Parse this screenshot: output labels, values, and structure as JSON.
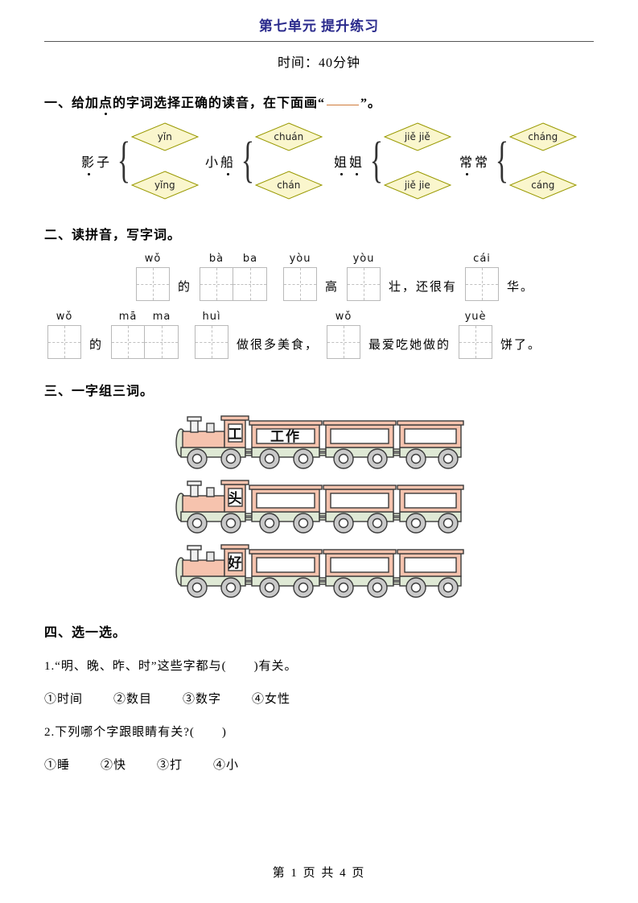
{
  "header": {
    "title": "第七单元 提升练习",
    "time_label": "时间：40分钟"
  },
  "sections": {
    "s1": {
      "heading_pre": "一、给加",
      "heading_dot": "点",
      "heading_mid": "的字词选择正确的读音，在下面画“",
      "heading_end": "”。",
      "items": [
        {
          "word_a": "影",
          "word_b": "子",
          "dots": "first",
          "top": "yǐn",
          "bottom": "yǐng"
        },
        {
          "word_a": "小",
          "word_b": "船",
          "dots": "second",
          "top": "chuán",
          "bottom": "chán"
        },
        {
          "word_a": "姐",
          "word_b": "姐",
          "dots": "both",
          "top": "jiě jiě",
          "bottom": "jiě jie"
        },
        {
          "word_a": "常",
          "word_b": "常",
          "dots": "first",
          "top": "cháng",
          "bottom": "cáng"
        }
      ]
    },
    "s2": {
      "heading": "二、读拼音，写字词。",
      "row1": {
        "u1_pinyin": [
          "wǒ"
        ],
        "t1": "的",
        "u2_pinyin": [
          "bà",
          "ba"
        ],
        "t2": "",
        "u3_pinyin": [
          "yòu"
        ],
        "t3": "高",
        "u4_pinyin": [
          "yòu"
        ],
        "t4": "壮，还很有",
        "u5_pinyin": [
          "cái"
        ],
        "t5": "华。"
      },
      "row2": {
        "u1_pinyin": [
          "wǒ"
        ],
        "t1": "的",
        "u2_pinyin": [
          "mā",
          "ma"
        ],
        "t2": "",
        "u3_pinyin": [
          "huì"
        ],
        "t3": "做很多美食，",
        "u4_pinyin": [
          "wǒ"
        ],
        "t4": "最爱吃她做的",
        "u5_pinyin": [
          "yuè"
        ],
        "t5": "饼了。"
      }
    },
    "s3": {
      "heading": "三、一字组三词。",
      "trains": [
        {
          "cab": "工",
          "cars": [
            "工作",
            "",
            ""
          ]
        },
        {
          "cab": "头",
          "cars": [
            "",
            "",
            ""
          ]
        },
        {
          "cab": "好",
          "cars": [
            "",
            "",
            ""
          ]
        }
      ]
    },
    "s4": {
      "heading": "四、选一选。",
      "questions": [
        {
          "text_pre": "1.“明、晚、昨、时”这些字都与(",
          "text_post": ")有关。",
          "options": [
            "①时间",
            "②数目",
            "③数字",
            "④女性"
          ]
        },
        {
          "text_pre": "2.下列哪个字跟眼睛有关?(",
          "text_post": ")",
          "options": [
            "①睡",
            "②快",
            "③打",
            "④小"
          ]
        }
      ]
    }
  },
  "footer": {
    "text": "第 1 页 共 4 页"
  },
  "colors": {
    "title": "#2a2a8c",
    "diamond_fill": "#faf6cd",
    "diamond_stroke": "#999900",
    "train_body": "#f6c3ae",
    "train_chassis": "#dfe9d5",
    "train_wheel": "#c9c9c9",
    "underline_orange": "#d07a3a"
  }
}
